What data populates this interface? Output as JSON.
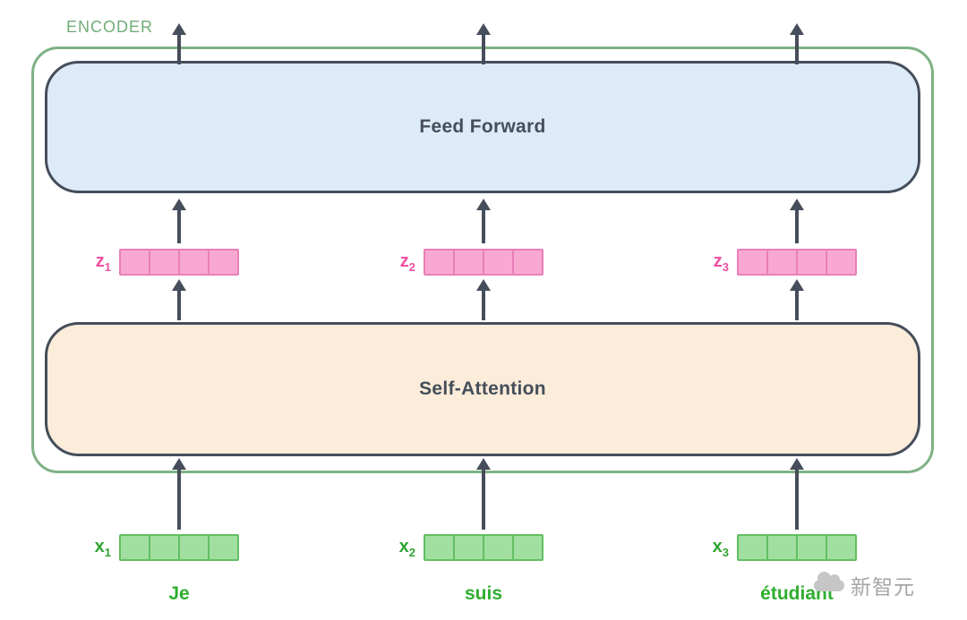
{
  "encoder": {
    "label": "ENCODER",
    "feed_forward_label": "Feed Forward",
    "self_attention_label": "Self-Attention"
  },
  "columns": [
    {
      "z_base": "z",
      "z_sub": "1",
      "x_base": "x",
      "x_sub": "1",
      "word": "Je"
    },
    {
      "z_base": "z",
      "z_sub": "2",
      "x_base": "x",
      "x_sub": "2",
      "word": "suis"
    },
    {
      "z_base": "z",
      "z_sub": "3",
      "x_base": "x",
      "x_sub": "3",
      "word": "étudiant"
    }
  ],
  "vectors": {
    "cells_per_vector": 4
  },
  "watermark": {
    "text": "新智元"
  },
  "colors": {
    "encoder_outline": "#7fb184",
    "encoder_label": "#72ac77",
    "feed_forward_fill": "#ddeaf8",
    "self_attention_fill": "#fcecda",
    "block_border": "#454e5a",
    "arrow": "#454e5a",
    "z_vector_fill": "#f9a9d1",
    "z_vector_border": "#e97fb7",
    "z_label": "#ee4fa0",
    "x_vector_fill": "#a1dfa0",
    "x_vector_border": "#62bf62",
    "x_label": "#30a434",
    "word_text": "#2fae2f"
  }
}
